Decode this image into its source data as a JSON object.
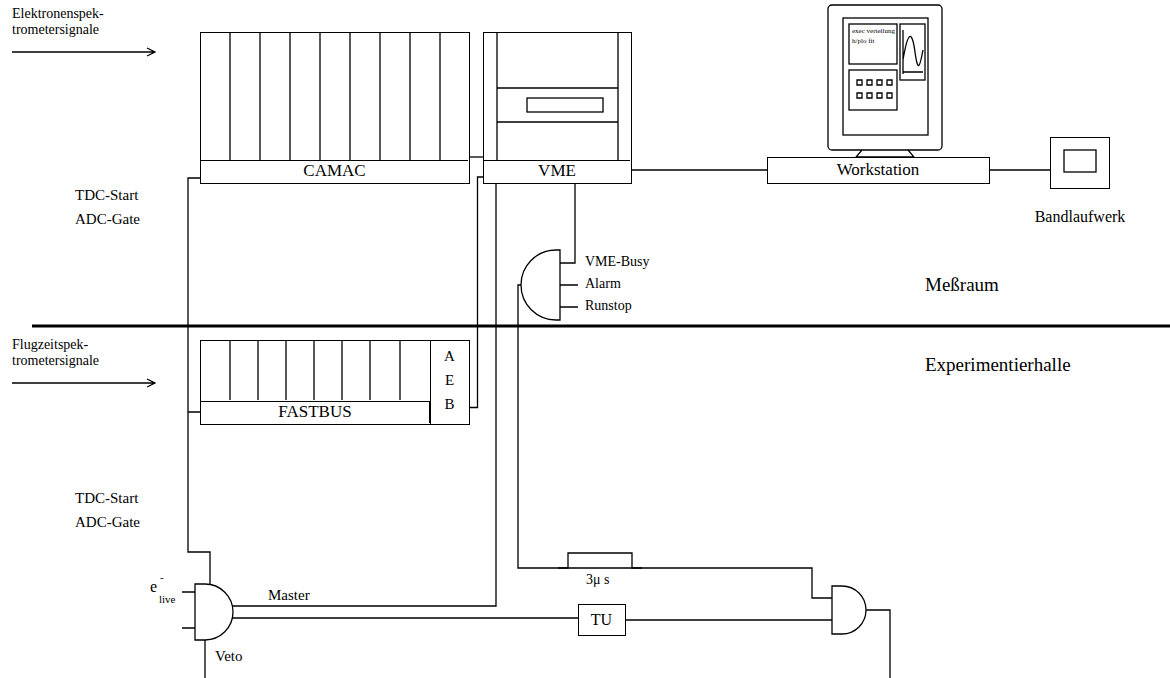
{
  "diagram": {
    "nodes": [
      {
        "text": [
          "CAMAC"
        ]
      },
      {
        "text": [
          "VME"
        ]
      },
      {
        "text": [
          "Workstation"
        ]
      },
      {
        "text": [
          "Bandlaufwerk"
        ]
      },
      {
        "text": [
          "FASTBUS"
        ]
      },
      {
        "text": [
          "A E B"
        ],
        "in": 4
      },
      {
        "text": [
          "TU"
        ]
      }
    ],
    "edges": [
      {
        "from": 0,
        "to": 1,
        "arrow": "none"
      },
      {
        "from": 1,
        "to": 2,
        "arrow": "none"
      },
      {
        "from": 2,
        "to": 3,
        "arrow": "none"
      },
      {
        "from": 5,
        "to": 1,
        "arrow": "none"
      }
    ],
    "labels": [
      "Elektronenspek- trometersignale",
      "TDC-Start",
      "ADC-Gate",
      "exec verteilung",
      "h/plo fit",
      "VME-Busy",
      "Alarm",
      "Runstop",
      "Meßraum",
      "Flugzeitspek- trometersignale",
      "Experimentierhalle",
      "TDC-Start",
      "ADC-Gate",
      "e",
      "-",
      "live",
      "Master",
      "3μ s",
      "Veto"
    ]
  }
}
